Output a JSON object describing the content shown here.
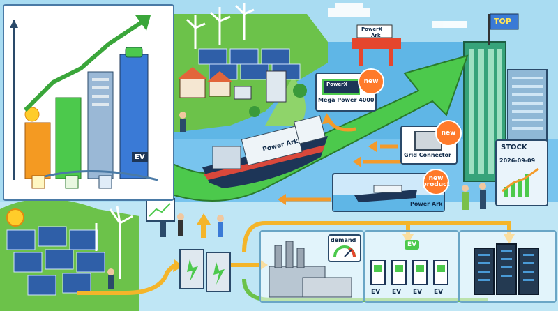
{
  "labels": {
    "platform_brand": "PowerX",
    "platform_brand2": "Ark",
    "product_brand": "PowerX",
    "product_name": "Mega Power 4000",
    "ship_name": "Power Ark",
    "grid_connector": "Grid Connector",
    "power_ark_card": "Power Ark",
    "chart_ev_sign": "EV",
    "stock_title": "STOCK",
    "stock_date": "2026-09-09",
    "flag_text": "TOP",
    "demand": "demand",
    "ev_sign": "EV",
    "ev_station_1": "EV",
    "ev_station_2": "EV",
    "ev_station_3": "EV",
    "ev_station_4": "EV"
  },
  "badges": {
    "mega_power": "new",
    "grid_connector": "new",
    "power_ark_line1": "new",
    "power_ark_line2": "product"
  },
  "colors": {
    "sky": "#a9dcf2",
    "sea": "#5fb6e6",
    "grass": "#6cc24a",
    "big_arrow": "#4cc94c",
    "orange_arrow": "#f39a2a",
    "yellow_flow": "#f4b52a",
    "dark_navy": "#1d3557"
  }
}
